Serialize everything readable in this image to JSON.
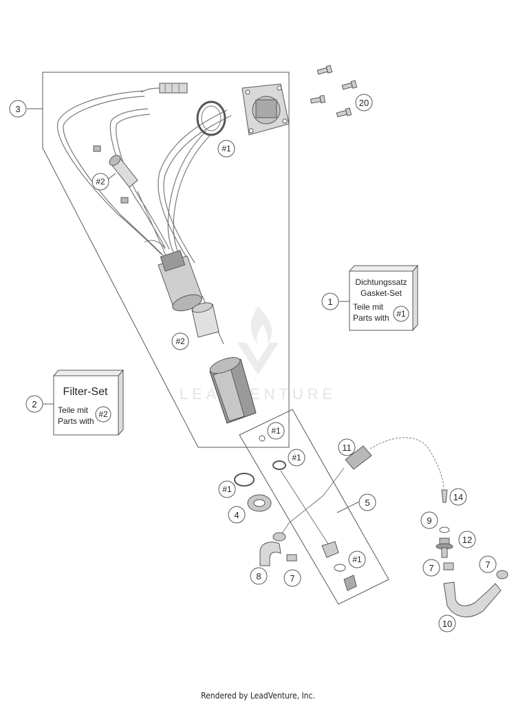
{
  "callouts": {
    "c1": "1",
    "c2": "2",
    "c3": "3",
    "c4": "4",
    "c5": "5",
    "c7a": "7",
    "c7b": "7",
    "c7c": "7",
    "c8": "8",
    "c9": "9",
    "c10": "10",
    "c11": "11",
    "c12": "12",
    "c14": "14",
    "c20": "20"
  },
  "refs": {
    "h1_seal": "#1",
    "h2_filter": "#2",
    "h2_ring": "#2",
    "h1_a": "#1",
    "h1_b": "#1",
    "h1_c": "#1",
    "h1_d": "#1"
  },
  "gasket_box": {
    "title_de": "Dichtungssatz",
    "title_en": "Gasket-Set",
    "line1": "Teile mit",
    "line2": "Parts with",
    "ref": "#1"
  },
  "filter_box": {
    "title": "Filter-Set",
    "line1": "Teile mit",
    "line2": "Parts with",
    "ref": "#2"
  },
  "watermark": "LEADVENTURE",
  "footer": "Rendered by LeadVenture, Inc.",
  "colors": {
    "line": "#555555",
    "part_fill": "#cfcfcf",
    "part_dark": "#8a8a8a",
    "watermark": "#e6e6e6"
  }
}
